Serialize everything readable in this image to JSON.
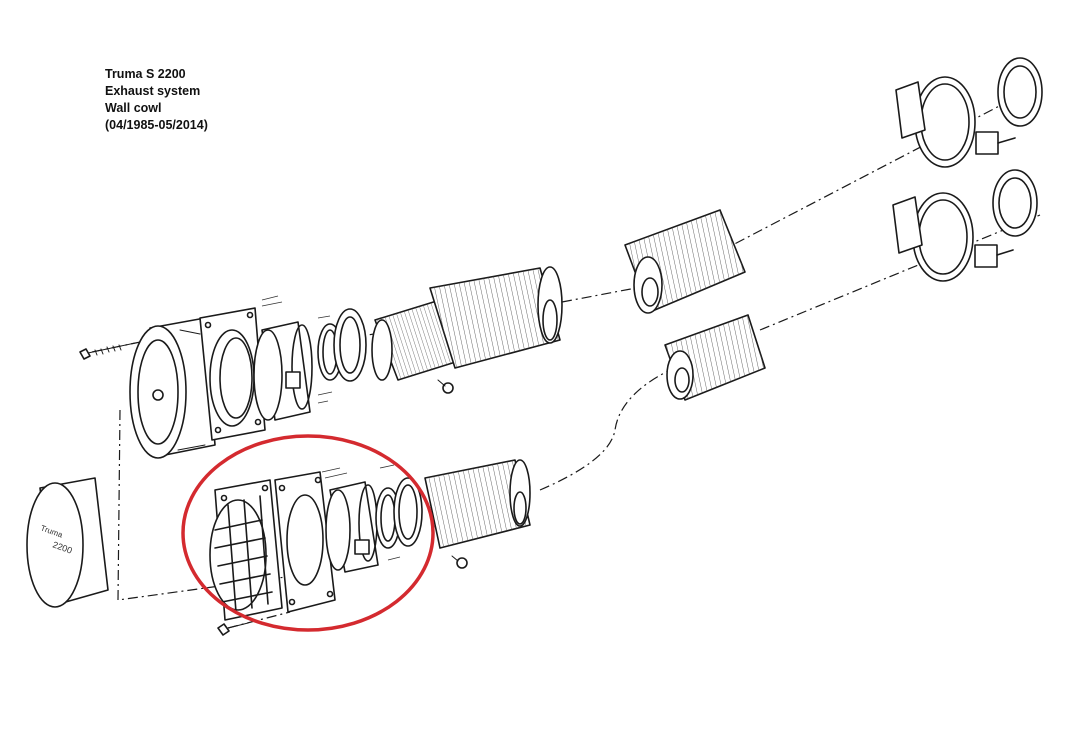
{
  "caption": {
    "title": "Truma S 2200",
    "line2": "Exhaust system",
    "line3": "Wall cowl",
    "line4": "(04/1985-05/2014)"
  },
  "parts": {
    "cover_label_1": "Truma",
    "cover_label_2": "2200"
  },
  "colors": {
    "highlight": "#d42a2f",
    "line": "#1a1a1a"
  },
  "icons": {
    "screw": "screw-icon",
    "clamp": "pipe-clamp-icon",
    "seal": "seal-ring-icon",
    "cowl": "wall-cowl-icon"
  }
}
